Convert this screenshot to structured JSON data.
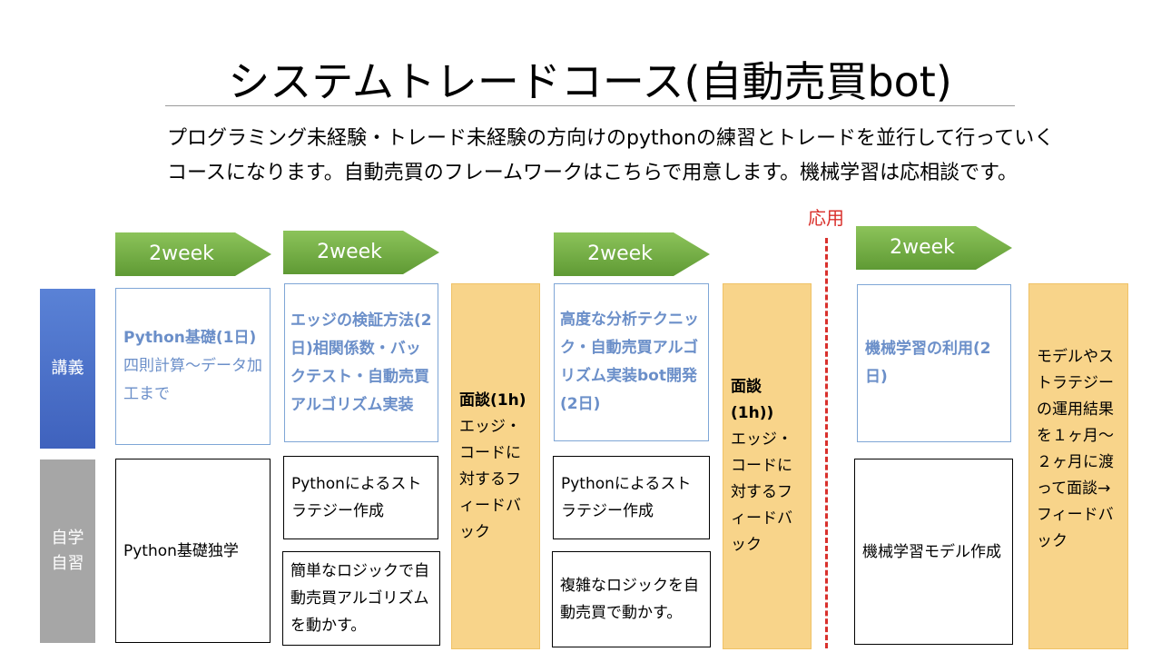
{
  "title": "システムトレードコース(自動売買bot)",
  "intro": "プログラミング未経験・トレード未経験の方向けのpythonの練習とトレードを並行して行っていくコースになります。自動売買のフレームワークはこちらで用意します。機械学習は応相談です。",
  "phase_marker": {
    "label": "応用",
    "color": "#d9302c"
  },
  "arrows": [
    "2week",
    "2week",
    "2week",
    "2week"
  ],
  "row_labels": {
    "lecture": "講義",
    "self_study": "自学自習"
  },
  "lectures": [
    {
      "heading": "Python基礎(1日)",
      "body": "四則計算〜データ加工まで"
    },
    {
      "heading": "エッジの検証方法(2日)相関係数・バックテスト・自動売買アルゴリズム実装",
      "body": ""
    },
    {
      "heading": "高度な分析テクニック・自動売買アルゴリズム実装bot開発(2日)",
      "body": ""
    },
    {
      "heading": "機械学習の利用(2日)",
      "body": ""
    }
  ],
  "self_study": {
    "s1": "Python基礎独学",
    "s2a": "Pythonによるストラテジー作成",
    "s2b": "簡単なロジックで自動売買アルゴリズムを動かす。",
    "s3a": "Pythonによるストラテジー作成",
    "s3b": "複雑なロジックを自動売買で動かす。",
    "s4": "機械学習モデル作成"
  },
  "interviews": [
    {
      "heading": "面談(1h)",
      "body": "エッジ・コードに対するフィードバック"
    },
    {
      "heading": "面談(1h))",
      "body": "エッジ・コードに対するフィードバック"
    }
  ],
  "final_feedback": "モデルやストラテジーの運用結果を１ヶ月〜２ヶ月に渡って面談→フィードバック",
  "colors": {
    "arrow_green": "#6fab3f",
    "lecture_label": "#4a6fc9",
    "self_label": "#a6a6a6",
    "lecture_border": "#7fa6d6",
    "lecture_text": "#6b8fc9",
    "interview_fill": "#f8d48a"
  }
}
